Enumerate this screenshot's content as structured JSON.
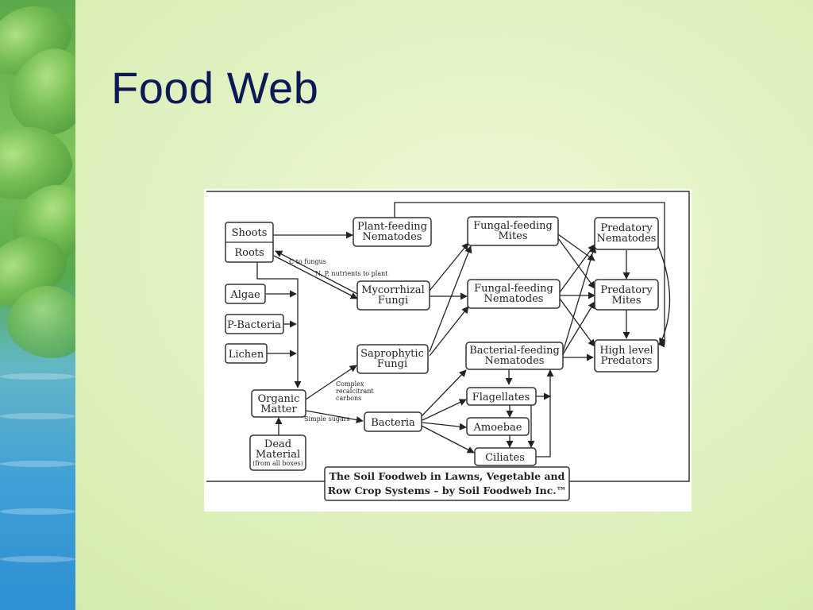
{
  "slide": {
    "title": "Food Web"
  },
  "diagram": {
    "nodes": {
      "shoots": "Shoots",
      "roots": "Roots",
      "algae": "Algae",
      "p_bacteria": "P-Bacteria",
      "lichen": "Lichen",
      "organic_matter": [
        "Organic",
        "Matter"
      ],
      "dead_material": [
        "Dead",
        "Material",
        "(from all boxes)"
      ],
      "plant_feeding_nematodes": [
        "Plant-feeding",
        "Nematodes"
      ],
      "mycorrhizal_fungi": [
        "Mycorrhizal",
        "Fungi"
      ],
      "saprophytic_fungi": [
        "Saprophytic",
        "Fungi"
      ],
      "bacteria": "Bacteria",
      "fungal_feeding_mites": [
        "Fungal-feeding",
        "Mites"
      ],
      "fungal_feeding_nematodes": [
        "Fungal-feeding",
        "Nematodes"
      ],
      "bacterial_feeding_nematodes": [
        "Bacterial-feeding",
        "Nematodes"
      ],
      "flagellates": "Flagellates",
      "amoebae": "Amoebae",
      "ciliates": "Ciliates",
      "predatory_nematodes": [
        "Predatory",
        "Nematodes"
      ],
      "predatory_mites": [
        "Predatory",
        "Mites"
      ],
      "high_level_predators": [
        "High level",
        "Predators"
      ]
    },
    "annotations": {
      "c_to_fungus": "C to fungus",
      "np_to_plant": "N, P, nutrients to plant",
      "complex_carbons": [
        "Complex",
        "recalcitrant",
        "carbons"
      ],
      "simple_sugars": "Simple sugars"
    },
    "caption": [
      "The Soil Foodweb in Lawns, Vegetable and",
      "Row Crop Systems – by Soil Foodweb Inc.™"
    ]
  }
}
